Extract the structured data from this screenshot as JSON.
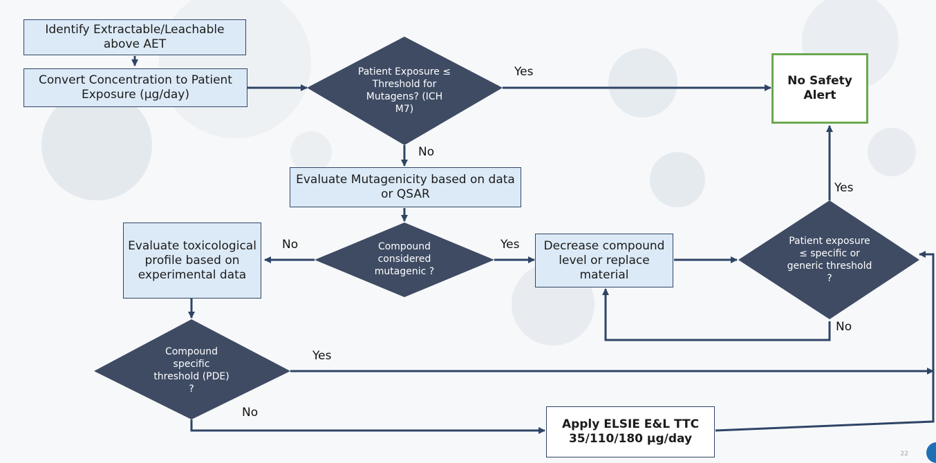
{
  "colors": {
    "diamond": "#3e4b63",
    "line": "#2e4466",
    "box": "#dceaf7",
    "accent_green": "#6aa84f"
  },
  "boxes": {
    "identify": "Identify Extractable/Leachable above AET",
    "convert": "Convert Concentration to Patient Exposure (µg/day)",
    "no_alert": "No Safety Alert",
    "evaluate_mut": "Evaluate Mutagenicity based on data or QSAR",
    "evaluate_tox": "Evaluate toxicological profile based on experimental data",
    "decrease": "Decrease compound level or replace material",
    "apply_ttc": "Apply ELSIE E&L TTC 35/110/180 µg/day"
  },
  "diamonds": {
    "exposure_mutagens": "Patient Exposure ≤ Threshold for Mutagens? (ICH M7)",
    "mutagenic": "Compound considered mutagenic ?",
    "threshold": "Patient exposure ≤ specific or generic threshold ?",
    "pde": "Compound specific threshold (PDE) ?"
  },
  "labels": {
    "yes1": "Yes",
    "no1": "No",
    "no2": "No",
    "yes2": "Yes",
    "yes3": "Yes",
    "no3": "No",
    "yes4": "Yes",
    "no4": "No"
  },
  "page_number": "22"
}
